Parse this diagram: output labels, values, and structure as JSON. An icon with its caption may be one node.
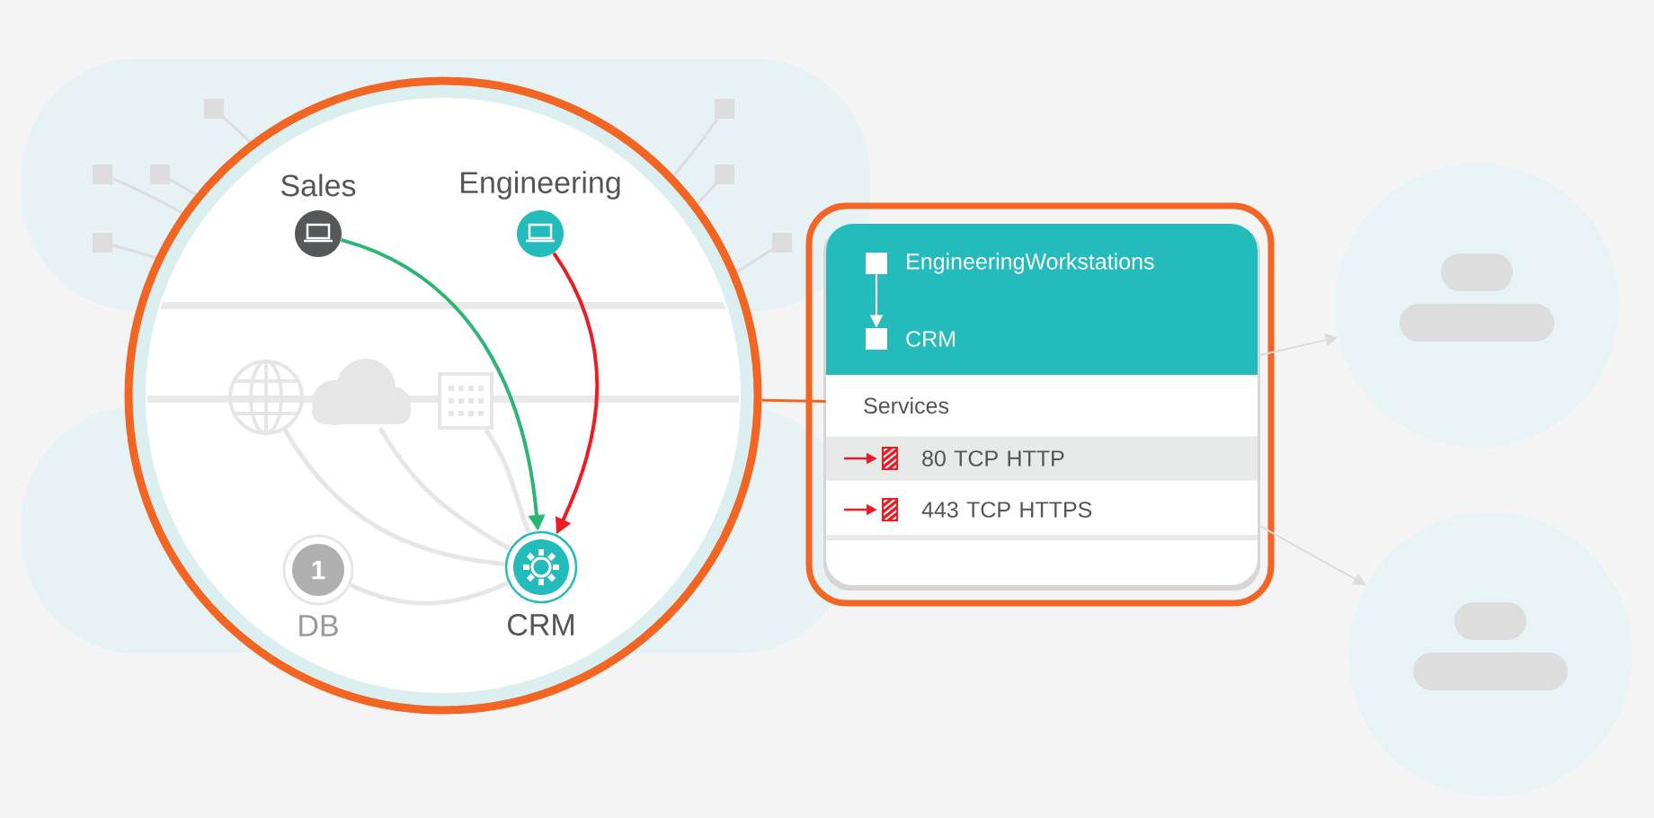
{
  "diagram": {
    "nodes": [
      {
        "text": [],
        "shape": "circle"
      },
      {
        "text": [
          "Sales"
        ],
        "in": 0
      },
      {
        "text": [
          "Engineering"
        ],
        "in": 0
      },
      {
        "text": [],
        "shape": "globe",
        "in": 0
      },
      {
        "text": [],
        "shape": "cloud",
        "in": 0
      },
      {
        "text": [],
        "shape": "building",
        "in": 0
      },
      {
        "text": [
          "1",
          "DB"
        ],
        "in": 0
      },
      {
        "text": [
          "CRM"
        ],
        "in": 0
      },
      {
        "text": [
          "Services"
        ]
      },
      {
        "text": [
          "EngineeringWorkstations"
        ],
        "in": 8
      },
      {
        "text": [
          "CRM"
        ],
        "in": 8
      },
      {
        "text": [
          "80 TCP HTTP"
        ],
        "in": 8
      },
      {
        "text": [
          "443 TCP HTTPS"
        ],
        "in": 8
      },
      {
        "text": [],
        "shape": "circle"
      },
      {
        "text": [],
        "shape": "circle"
      }
    ],
    "edges": [
      {
        "from": 1,
        "to": 7,
        "arrow": "to",
        "color": "#2bb673"
      },
      {
        "from": 2,
        "to": 7,
        "arrow": "to",
        "color": "#ed1c24"
      },
      {
        "from": 3,
        "to": 7,
        "arrow": "none",
        "color": "#e6e6e6"
      },
      {
        "from": 4,
        "to": 7,
        "arrow": "none",
        "color": "#e6e6e6"
      },
      {
        "from": 5,
        "to": 7,
        "arrow": "none",
        "color": "#e6e6e6"
      },
      {
        "from": 6,
        "to": 7,
        "arrow": "none",
        "color": "#e6e6e6"
      },
      {
        "from": 9,
        "to": 10,
        "arrow": "to",
        "color": "#ffffff"
      },
      {
        "from": 0,
        "to": 8,
        "arrow": "none",
        "color": "#f26522"
      },
      {
        "from": 8,
        "to": 13,
        "arrow": "to",
        "color": "#dcdcdc"
      },
      {
        "from": 8,
        "to": 14,
        "arrow": "to",
        "color": "#dcdcdc"
      }
    ]
  }
}
